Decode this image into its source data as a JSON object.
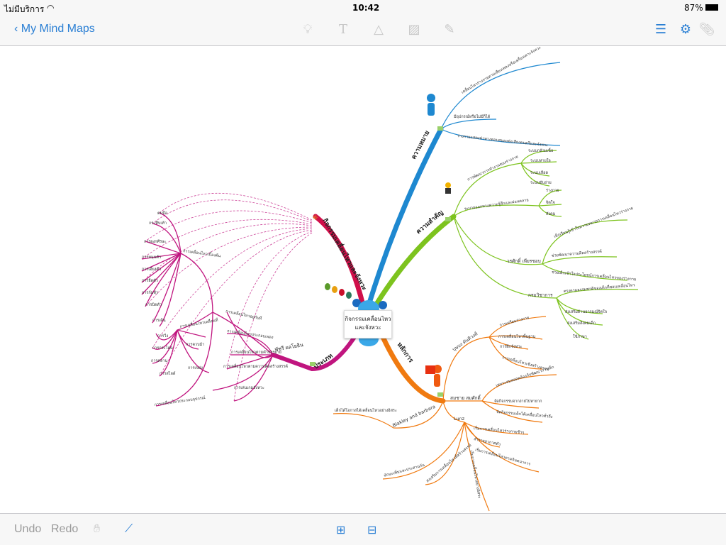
{
  "status": {
    "carrier": "ไม่มีบริการ",
    "time": "10:42",
    "battery": "87%"
  },
  "nav": {
    "back": "My Mind Maps"
  },
  "toolbar": {
    "icons": [
      "lightbulb-icon",
      "text-icon",
      "shapes-icon",
      "image-icon",
      "pencil-icon",
      "outline-icon",
      "map-settings-icon",
      "attachment-icon"
    ]
  },
  "bottom": {
    "undo": "Undo",
    "redo": "Redo"
  },
  "map": {
    "center": "กิจกรรมเคลื่อนไหวและจังหวะ",
    "meaning": {
      "label": "ความหมาย",
      "subs": [
        "เคลื่อนไหวร่างกายตามเสียงเพลงหรือเครื่องเคาะจังหวะ",
        "มีอุปกรณ์หรือไม่มีก็ได้",
        "ร่างกายแสดงท่าทางตอบสนองต่อเสียงดนตรีและจังหวะ"
      ]
    },
    "importance": {
      "label": "ความสำคัญ",
      "subs": [
        {
          "label": "การพัฒนาการทำงานของร่างกาย",
          "leaves": [
            "ระบบกล้ามเนื้อ",
            "ระบบหายใจ",
            "ระบบเลือด",
            "ระบบขับถ่าย"
          ]
        },
        {
          "label": "ระบายออกทางความรู้สึกและผ่อนคลาย",
          "leaves": [
            "ร่างกาย",
            "จิตใจ",
            "สังคม"
          ]
        },
        {
          "label": "วรศักดิ์ เพียรชอบ",
          "leaves": [
            "เด็กเรียนรู้เข้าใจความหมายการเคลื่อนไหวร่างกาย",
            "ช่วยพัฒนาความคิดสร้างสรรค์",
            "ช่วยเด็กเข้าใจประโยชน์การเคลื่อนไหวของร่างกาย"
          ]
        },
        {
          "label": "กรมวิชาการ",
          "leaves": [
            "ตรงตามธรรมชาติของเด็กที่ชอบเคลื่อนไหว",
            "ส่งเสริมด้านอารมณ์จิตใจ",
            "ส่งเสริมสังคมเด็ก",
            "ใช้ภาษา"
          ]
        }
      ]
    },
    "activity": {
      "label": "กิจกรรมเคลื่อนไหวและจังหวะ"
    },
    "types": {
      "label": "ประเภท",
      "person": "พัชรี ผลโยธิน",
      "subs": [
        "การเคลื่อนไหวเบื้องต้น",
        "การเคลื่อนไหวอยู่กับที่",
        "การเคลื่อนไหวเคลื่อนที่",
        "การเคลื่อนไหวประกอบเพลง",
        "การเคลื่อนไหวตามคำบรรยาย",
        "การเคลื่อนไหวตามความคิดสร้างสรรค์",
        "การเล่นเกมจังหวะ",
        "การเคลื่อนไหวประกอบอุปกรณ์"
      ],
      "leaves": [
        "ตบมือ",
        "กระทืบเท้า",
        "การผงกศีรษะ",
        "การหมุนตัว",
        "การเอียงตัว",
        "การยืดตัว",
        "การก้มตัว",
        "การบิดตัว",
        "การเดิน",
        "การวิ่ง",
        "การกระโดด",
        "การคลาน",
        "การสไลด์",
        "การควบม้า",
        "การเขย่ง"
      ]
    },
    "principles": {
      "label": "หลักการ",
      "subs": [
        {
          "label": "บุษบง ตันติวงศ์",
          "leaves": [
            "การเตรียมร่างกาย",
            "การเคลื่อนไหวพื้นฐาน",
            "การฝึกจังหวะ",
            "การเคลื่อนไหวเชิงสร้างสรรค์"
          ]
        },
        {
          "label": "สมชาย สมศักดิ์",
          "leaves": [
            "เหมาะสมสอดคล้องกับพัฒนาการเด็ก",
            "จัดกิจกรรมจากง่ายไปหายาก",
            "จัดกิจกรรมเด็กได้เคลื่อนไหวทั่วถึง"
          ]
        },
        {
          "label": "Lunz",
          "leaves": [
            "เริ่มการเคลื่อนไหวร่างกายช้าๆ",
            "สำรวจอวกาศตัว",
            "เริ่มการเคลื่อนไหวตามจินตนาการ",
            "เริ่มจากเคลื่อนไหวอย่างอิสระ",
            "ทักษะเพิ่มและประสานกัน",
            "ส่งเสริมการเคลื่อนไหวที่สร้างสรรค์"
          ]
        },
        {
          "label": "Blakley and barbara",
          "leaves": [
            "เด็กได้โอกาสได้เคลื่อนไหวอย่างอิสระ"
          ]
        }
      ]
    }
  }
}
